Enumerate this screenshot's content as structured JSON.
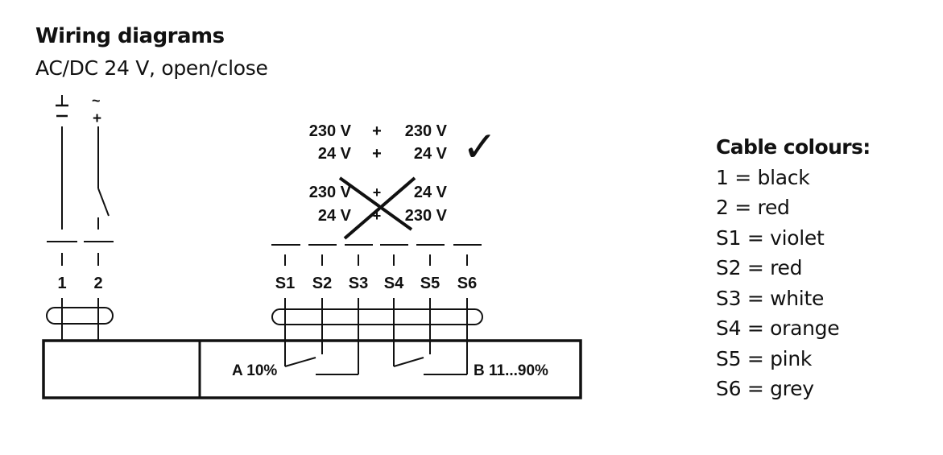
{
  "title": "Wiring diagrams",
  "subtitle": "AC/DC 24 V, open/close",
  "diagram": {
    "power_symbols": {
      "ground": "⊥",
      "minus": "–",
      "ac": "~",
      "plus": "+"
    },
    "terminals_power": [
      "1",
      "2"
    ],
    "terminals_switch": [
      "S1",
      "S2",
      "S3",
      "S4",
      "S5",
      "S6"
    ],
    "combo_ok": [
      {
        "left": "230 V",
        "op": "+",
        "right": "230 V"
      },
      {
        "left": "24 V",
        "op": "+",
        "right": "24 V"
      }
    ],
    "combo_bad": [
      {
        "left": "230 V",
        "op": "+",
        "right": "24 V"
      },
      {
        "left": "24 V",
        "op": "+",
        "right": "230 V"
      }
    ],
    "ok_mark": "✓",
    "switch_a_label": "A 10%",
    "switch_b_label": "B 11...90%"
  },
  "legend": {
    "heading": "Cable colours:",
    "items": [
      "1 = black",
      "2 = red",
      "S1 = violet",
      "S2 = red",
      "S3 = white",
      "S4 = orange",
      "S5 = pink",
      "S6 = grey"
    ]
  }
}
